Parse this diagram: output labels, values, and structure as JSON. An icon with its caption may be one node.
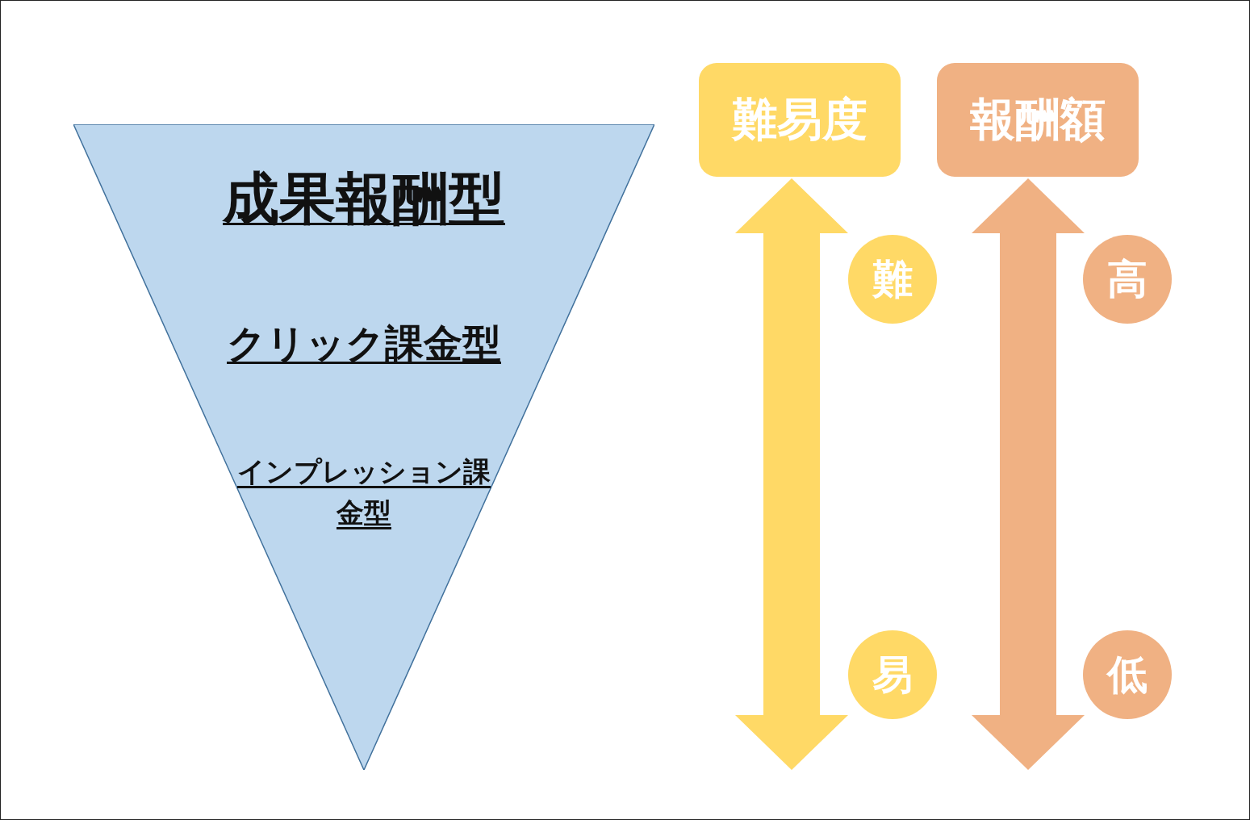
{
  "diagram": {
    "nodes": [
      {
        "text": [
          "成果報酬型",
          "クリック課金型",
          "インプレッション課金型"
        ]
      },
      {
        "text": [
          "難易度"
        ]
      },
      {
        "text": [
          "報酬額"
        ]
      },
      {
        "text": [
          "難"
        ]
      },
      {
        "text": [
          "易"
        ]
      },
      {
        "text": [
          "高"
        ]
      },
      {
        "text": [
          "低"
        ]
      }
    ]
  }
}
